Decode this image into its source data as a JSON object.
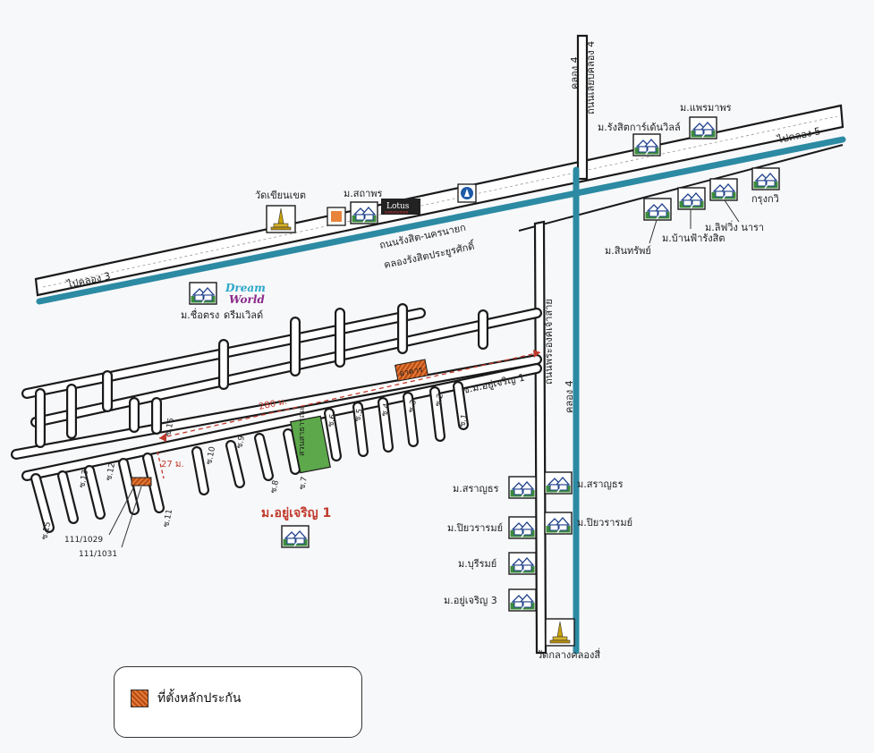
{
  "colors": {
    "canal": "#2c8aa3",
    "road_outline": "#1a1a1a",
    "dimension": "#c0392b",
    "collateral": "#d2691e"
  },
  "labels": {
    "to_khlong3": "ไปคลอง 3",
    "to_khlong5": "ไปคลอง 5",
    "rangsit_nakhonnayok_road": "ถนนรังสิต-นครนายก",
    "rangsit_canal": "คลองรังสิตประยูรศักดิ์",
    "khlong4_top_left": "คลอง 4",
    "khlong4_road_top": "ถนนเลียบคลอง 4",
    "khlong4_bottom": "คลอง 4",
    "phra_ong_chao_road": "ถนนพระองค์เจ้าสาย",
    "wat_rian_khet": "วัดเขียนเขต",
    "m_sathaporn": "ม.สถาพร",
    "lotus": "Lotus",
    "lotus_sub": "SUPERCENTER",
    "m_rangsit_garden": "ม.รังสิตการ์เด้นวิลล์",
    "m_praemaporn": "ม.แพรมาพร",
    "krung_kavi": "กรุงกวิ",
    "m_living_nara": "ม.ลิฟวิ่ง นารา",
    "m_baanfah_rangsit": "ม.บ้านฟ้ารังสิต",
    "m_sinsap": "ม.สินทรัพย์",
    "m_suetrong": "ม.ชื่อตรง",
    "dream_world": "ดรีมเวิลด์",
    "dream_logo_1": "Dream",
    "dream_logo_2": "World",
    "soi_yucharoen1": "ซ.ม.อยู่เจริญ 1",
    "distance_280": "280 ม.",
    "distance_27": "27 ม.",
    "m_yucharoen1": "ม.อยู่เจริญ 1",
    "plot_1029": "111/1029",
    "plot_1031": "111/1031",
    "soi": [
      "ซ.1",
      "ซ.2",
      "ซ.3",
      "ซ.4",
      "ซ.5",
      "ซ.6",
      "ซ.7",
      "ซ.8",
      "ซ.9",
      "ซ.10",
      "ซ.11",
      "ซ.12",
      "ซ.13",
      "ซ.15",
      "ซ.16"
    ],
    "park": "สวนสาธารณะ",
    "bldg": "อาคาร",
    "m_saranthorn_left": "ม.สราญธร",
    "m_saranthorn_right": "ม.สราญธร",
    "m_piyawarom_left": "ม.ปิยวรารมย์",
    "m_piyawarom_right": "ม.ปิยวรารมย์",
    "m_burirom": "ม.บุรีรมย์",
    "m_yucharoen3": "ม.อยู่เจริญ 3",
    "wat_klang_khlong4": "วัดกลางคลองสี่"
  },
  "legend": {
    "collateral_location": "ที่ตั้งหลักประกัน"
  },
  "icons": [
    "village-icon",
    "temple-icon",
    "lotus-store-icon",
    "ptt-station-icon",
    "shop-icon"
  ]
}
